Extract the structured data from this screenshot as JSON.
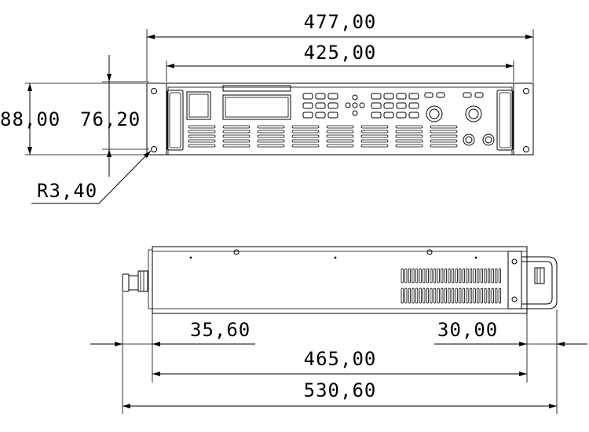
{
  "dimensions": {
    "overall_width": "477,00",
    "rack_width": "425,00",
    "height_overall": "88,00",
    "height_mount": "76,20",
    "hole_radius": "R3,40",
    "rear_handle_depth": "35,60",
    "front_handle_depth": "30,00",
    "body_depth": "465,00",
    "total_depth": "530,60"
  },
  "views": [
    "front-view",
    "side-view"
  ],
  "colors": {
    "line": "#000000",
    "background": "#ffffff"
  }
}
